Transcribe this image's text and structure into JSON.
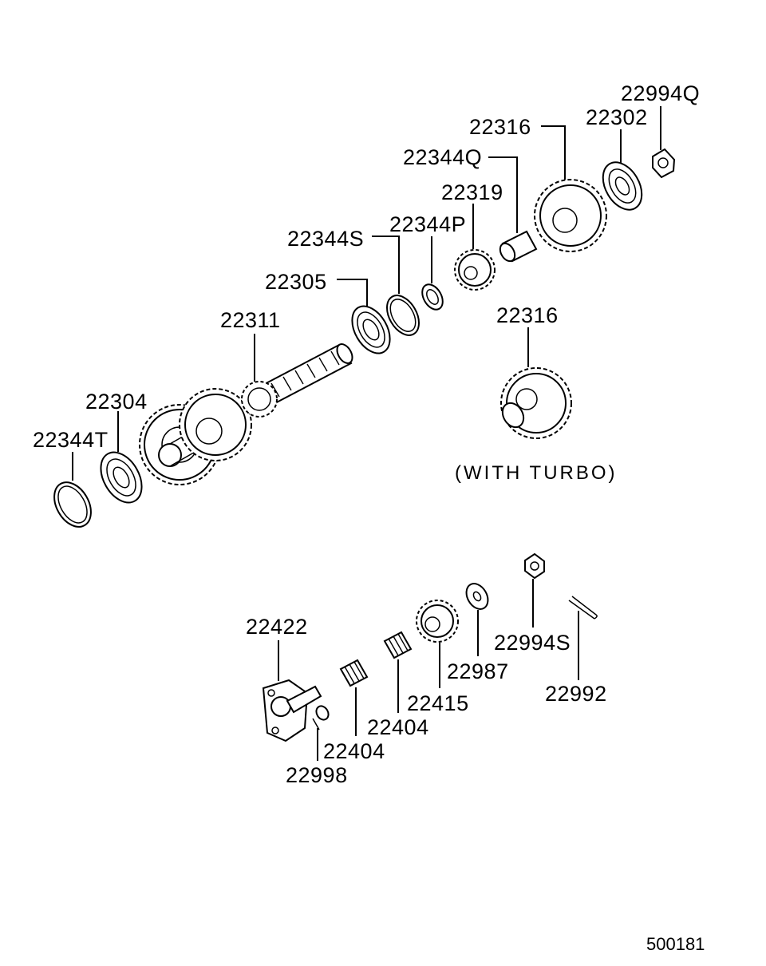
{
  "labels": {
    "l_22994Q": "22994Q",
    "l_22302": "22302",
    "l_22316_top": "22316",
    "l_22344Q": "22344Q",
    "l_22319": "22319",
    "l_22344P": "22344P",
    "l_22344S": "22344S",
    "l_22305": "22305",
    "l_22311": "22311",
    "l_22316_turbo": "22316",
    "l_22304": "22304",
    "l_22344T": "22344T",
    "l_22422": "22422",
    "l_22994S": "22994S",
    "l_22987": "22987",
    "l_22992": "22992",
    "l_22415": "22415",
    "l_22404_upper": "22404",
    "l_22404_lower": "22404",
    "l_22998": "22998"
  },
  "note": "(WITH TURBO)",
  "drawing_number": "500181"
}
